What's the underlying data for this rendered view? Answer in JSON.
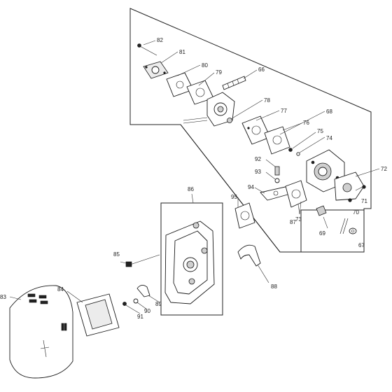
{
  "callouts": {
    "n66": "66",
    "n67": "67",
    "n68": "68",
    "n69": "69",
    "n70": "70",
    "n71": "71",
    "n72": "72",
    "n73": "73",
    "n74": "74",
    "n75": "75",
    "n76": "76",
    "n77": "77",
    "n78": "78",
    "n79": "79",
    "n80": "80",
    "n81": "81",
    "n82": "82",
    "n83": "83",
    "n84": "84",
    "n85": "85",
    "n86": "86",
    "n87": "87",
    "n88": "88",
    "n89": "89",
    "n90": "90",
    "n91": "91",
    "n92": "92",
    "n93": "93",
    "n94": "94",
    "n95": "95"
  }
}
